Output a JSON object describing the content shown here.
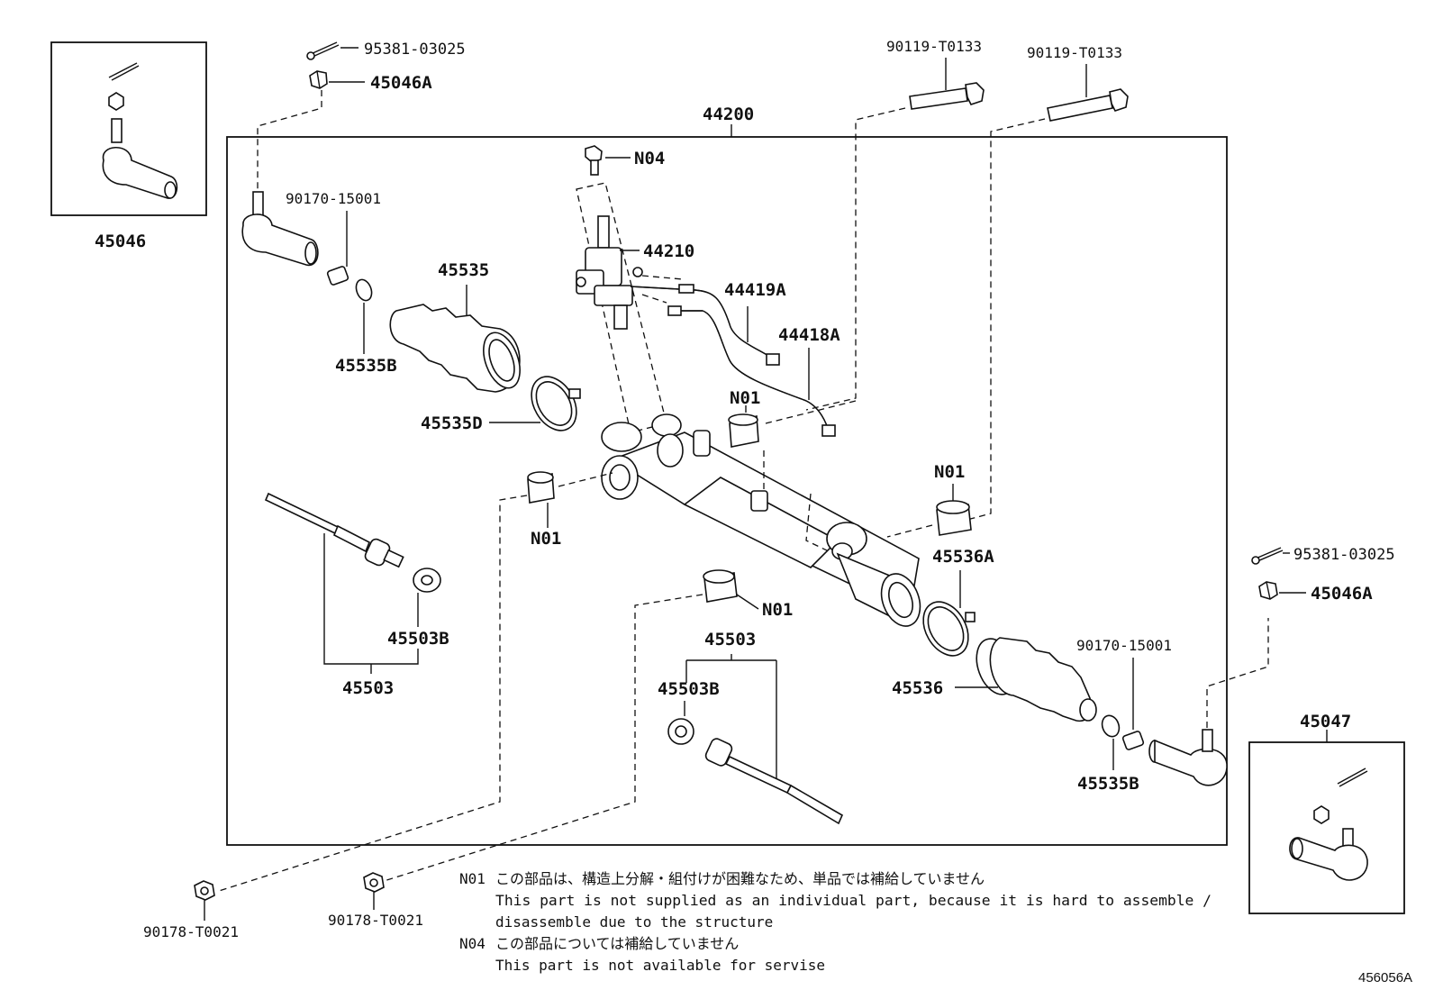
{
  "diagram": {
    "labels": {
      "p44200": "44200",
      "p45046": "45046",
      "p45047": "45047",
      "p95381_top": "95381-03025",
      "p45046A_top": "45046A",
      "p90119_a": "90119-T0133",
      "p90119_b": "90119-T0133",
      "pN04": "N04",
      "p44210": "44210",
      "p44419A": "44419A",
      "p44418A": "44418A",
      "p90170_left": "90170-15001",
      "p45535": "45535",
      "p45535B_left": "45535B",
      "p45535D": "45535D",
      "pN01_a": "N01",
      "pN01_b": "N01",
      "pN01_c": "N01",
      "pN01_d": "N01",
      "p45503B_left": "45503B",
      "p45503_left": "45503",
      "p45503_mid": "45503",
      "p45503B_mid": "45503B",
      "p45536A": "45536A",
      "p45536": "45536",
      "p90170_right": "90170-15001",
      "p45535B_right": "45535B",
      "p95381_right": "95381-03025",
      "p45046A_right": "45046A",
      "p90178_a": "90178-T0021",
      "p90178_b": "90178-T0021"
    },
    "notes": {
      "n01_code": "N01",
      "n01_jp": "この部品は、構造上分解・組付けが困難なため、単品では補給していません",
      "n01_en1": "This part is not supplied as an individual part, because it is hard to assemble /",
      "n01_en2": "disassemble due to the structure",
      "n04_code": "N04",
      "n04_jp": "この部品については補給していません",
      "n04_en": "This part is not available for servise"
    },
    "diagram_id": "456056A"
  }
}
